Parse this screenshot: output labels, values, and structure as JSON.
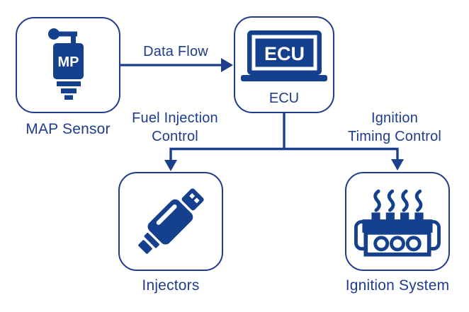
{
  "colors": {
    "icon_blue": "#14408e",
    "line_blue": "#1c3e8e",
    "border_blue": "#1e3c8c",
    "text_blue": "#1e3c8e",
    "background": "#ffffff"
  },
  "nodes": [
    {
      "id": "map-sensor",
      "label": "MAP Sensor",
      "icon": "map-sensor-icon",
      "icon_text": "MP"
    },
    {
      "id": "ecu",
      "label": "ECU",
      "icon": "ecu-laptop-icon",
      "icon_text": "ECU"
    },
    {
      "id": "injectors",
      "label": "Injectors",
      "icon": "fuel-injector-icon"
    },
    {
      "id": "ignition-system",
      "label": "Ignition System",
      "icon": "engine-icon"
    }
  ],
  "edges": [
    {
      "from": "map-sensor",
      "to": "ecu",
      "label": "Data Flow"
    },
    {
      "from": "ecu",
      "to": "injectors",
      "label": "Fuel Injection Control",
      "label_lines": [
        "Fuel Injection",
        "Control"
      ]
    },
    {
      "from": "ecu",
      "to": "ignition-system",
      "label": "Ignition Timing Control",
      "label_lines": [
        "Ignition",
        "Timing Control"
      ]
    }
  ]
}
